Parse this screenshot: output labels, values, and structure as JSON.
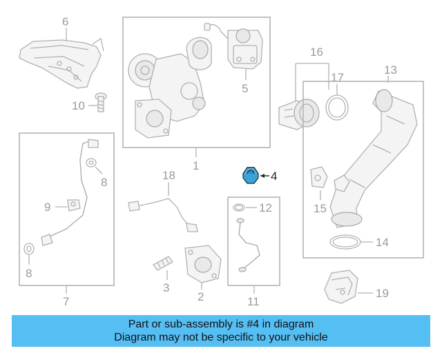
{
  "diagram": {
    "callouts": {
      "c6": "6",
      "c10": "10",
      "c1": "1",
      "c5": "5",
      "c16": "16",
      "c17": "17",
      "c13": "13",
      "c4": "4",
      "c8a": "8",
      "c9": "9",
      "c8b": "8",
      "c7": "7",
      "c18": "18",
      "c3": "3",
      "c2": "2",
      "c12": "12",
      "c11": "11",
      "c15": "15",
      "c14": "14",
      "c19": "19"
    },
    "highlight_color": "#4fb8e8"
  },
  "banner": {
    "line1": "Part or sub-assembly is #4 in diagram",
    "line2": "Diagram may not be specific to your vehicle",
    "background": "#55bef3"
  }
}
